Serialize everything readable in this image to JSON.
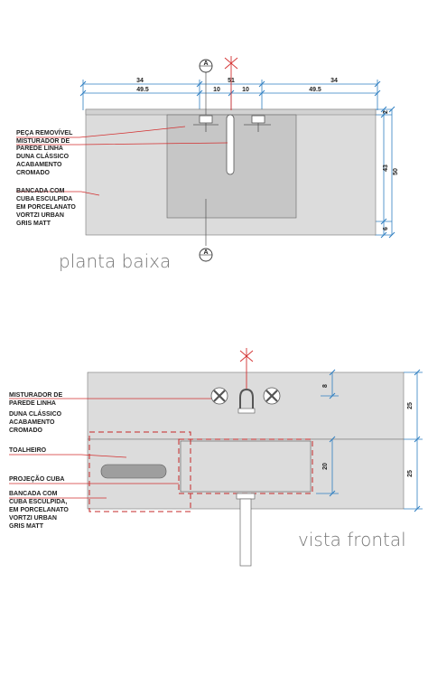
{
  "plan": {
    "title": "planta baixa",
    "section_mark": "A",
    "dimensions": {
      "top_left": "34",
      "top_center": "51",
      "top_right": "34",
      "mid_left": "49.5",
      "mid_c1": "10",
      "mid_c2": "10",
      "mid_right": "49.5",
      "side_top": "2",
      "side_mid": "43",
      "side_bottom": "6",
      "side_total": "50"
    },
    "labels": {
      "peca_removivel": [
        "PEÇA REMOVÍVEL"
      ],
      "misturador": [
        "MISTURADOR DE",
        "PAREDE LINHA",
        "DUNA CLÁSSICO",
        "ACABAMENTO",
        "CROMADO"
      ],
      "bancada": [
        "BANCADA COM",
        "CUBA ESCULPIDA",
        "EM PORCELANATO",
        "VORTZI URBAN",
        "GRIS MATT"
      ]
    }
  },
  "front": {
    "title": "vista frontal",
    "dimensions": {
      "right_small": "8",
      "right_20": "20",
      "outer_top": "25",
      "outer_bottom": "25"
    },
    "labels": {
      "misturador": [
        "MISTURADOR DE",
        "PAREDE LINHA",
        "DUNA CLÁSSICO",
        "ACABAMENTO",
        "CROMADO"
      ],
      "toalheiro": [
        "TOALHEIRO"
      ],
      "projecao": [
        "PROJEÇÃO CUBA"
      ],
      "bancada": [
        "BANCADA COM",
        "CUBA ESCULPIDA,",
        "EM PORCELANATO",
        "VORTZI URBAN",
        "GRIS MATT"
      ]
    }
  },
  "colors": {
    "counter": "#dcdcdc",
    "basin": "#c6c6c6",
    "leader": "#d32f2f",
    "dim": "#2f7fc1",
    "line": "#555555"
  }
}
